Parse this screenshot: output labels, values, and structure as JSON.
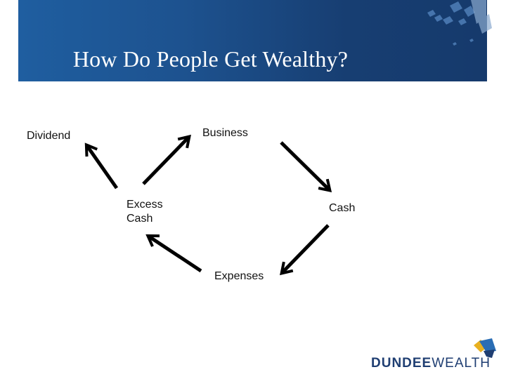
{
  "slide": {
    "title": "How Do People Get Wealthy?"
  },
  "diagram": {
    "nodes": {
      "dividend": "Dividend",
      "business": "Business",
      "excess_cash": "Excess\nCash",
      "cash": "Cash",
      "expenses": "Expenses"
    },
    "edges": [
      {
        "from": "Excess Cash",
        "to": "Dividend"
      },
      {
        "from": "Excess Cash",
        "to": "Business"
      },
      {
        "from": "Business",
        "to": "Cash"
      },
      {
        "from": "Cash",
        "to": "Expenses"
      },
      {
        "from": "Expenses",
        "to": "Excess Cash"
      }
    ]
  },
  "logo": {
    "brand_bold": "DUNDEE",
    "brand_light": "WEALTH"
  },
  "colors": {
    "banner": "#1d528f",
    "title_text": "#ffffff",
    "arrow": "#000000",
    "logo_text": "#1f3e72",
    "logo_accent": "#e8b020"
  }
}
